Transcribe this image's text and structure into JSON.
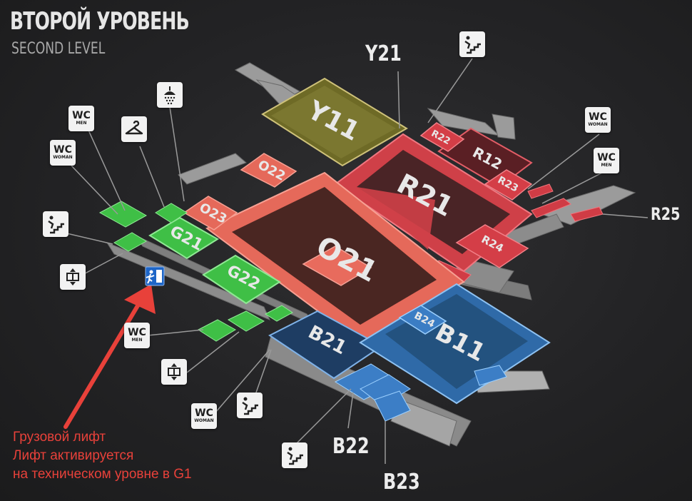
{
  "header": {
    "title_ru": "ВТОРОЙ УРОВЕНЬ",
    "title_en": "SECOND LEVEL"
  },
  "zones": {
    "Y11": "Y11",
    "O21": "O21",
    "O22": "O22",
    "O23": "O23",
    "R21": "R21",
    "R12": "R12",
    "R22": "R22",
    "R23": "R23",
    "R24": "R24",
    "G21": "G21",
    "G22": "G22",
    "B21": "B21",
    "B11": "B11",
    "B24": "B24"
  },
  "external_labels": {
    "Y21": "Y21",
    "R25": "R25",
    "B22": "B22",
    "B23": "B23"
  },
  "icons": {
    "wc_text": "WC",
    "men_text": "MEN",
    "woman_text": "WOMAN"
  },
  "annotation": {
    "line1": "Грузовой лифт",
    "line2": "Лифт активируется",
    "line3": "на техническом уровне в G1"
  },
  "colors": {
    "yellow_sector": "#6e6a26",
    "orange_sector": "#e5695a",
    "red_sector": "#cf4048",
    "green_sector": "#3fbf46",
    "blue_sector": "#2f6aa8",
    "dark_blue_sector": "#1e3d63",
    "annotation_red": "#e8413a",
    "exit_sign": "#1e66c8"
  }
}
